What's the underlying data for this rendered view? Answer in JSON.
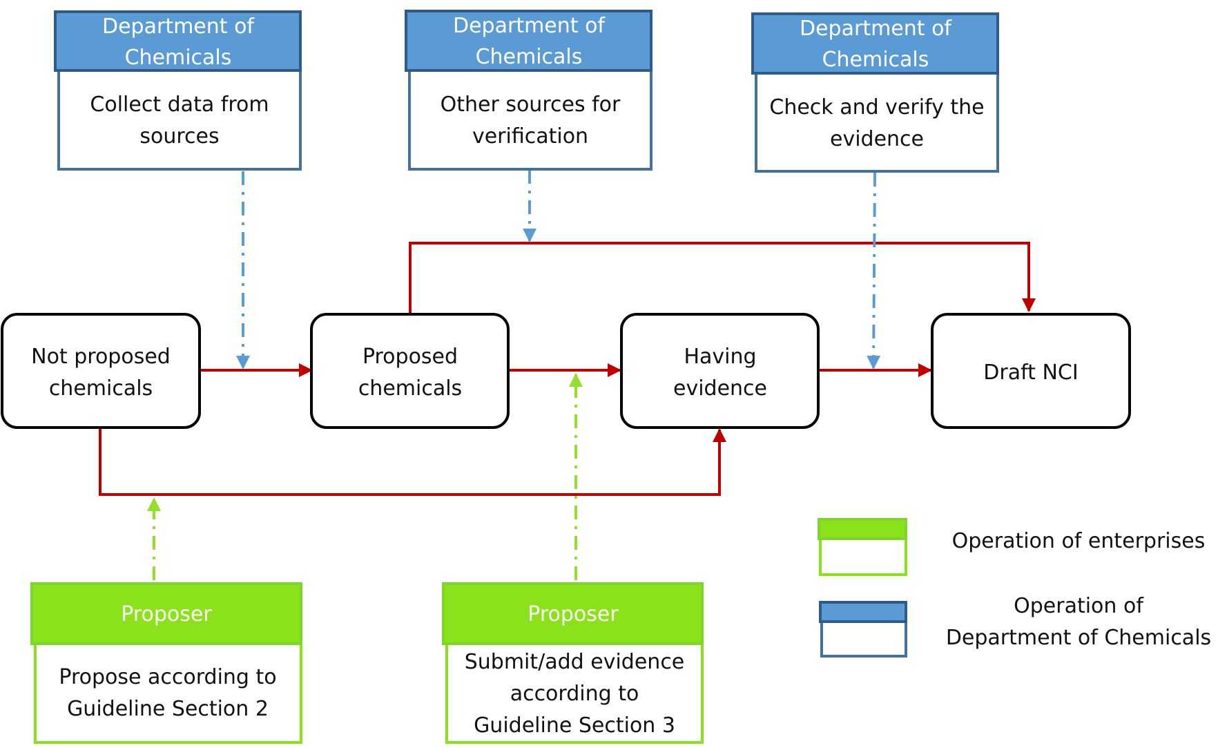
{
  "colors": {
    "flow": "#c00000",
    "department": "#5b9bd5",
    "department_border": "#2e5b8a",
    "department_outline": "#41719c",
    "enterprise": "#8be21a",
    "enterprise_outline": "#7dd62a",
    "dept_arrow": "#5b9bd5",
    "enterprise_arrow": "#92e02a"
  },
  "department_boxes": [
    {
      "header": [
        "Department of",
        "Chemicals"
      ],
      "body": [
        "Collect data from",
        "sources"
      ]
    },
    {
      "header": [
        "Department of",
        "Chemicals"
      ],
      "body": [
        "Other sources for",
        "verification"
      ]
    },
    {
      "header": [
        "Department of",
        "Chemicals"
      ],
      "body": [
        "Check and verify the",
        "evidence"
      ]
    }
  ],
  "states": [
    {
      "label": [
        "Not proposed",
        "chemicals"
      ]
    },
    {
      "label": [
        "Proposed",
        "chemicals"
      ]
    },
    {
      "label": [
        "Having",
        "evidence"
      ]
    },
    {
      "label": [
        "Draft NCI"
      ]
    }
  ],
  "proposer_boxes": [
    {
      "header": [
        "Proposer"
      ],
      "body": [
        "Propose according to",
        "Guideline Section 2"
      ]
    },
    {
      "header": [
        "Proposer"
      ],
      "body": [
        "Submit/add evidence",
        "according to",
        "Guideline Section 3"
      ]
    }
  ],
  "legend": [
    {
      "label": [
        "Operation of enterprises"
      ],
      "kind": "enterprise"
    },
    {
      "label": [
        "Operation of",
        "Department of Chemicals"
      ],
      "kind": "department"
    }
  ]
}
